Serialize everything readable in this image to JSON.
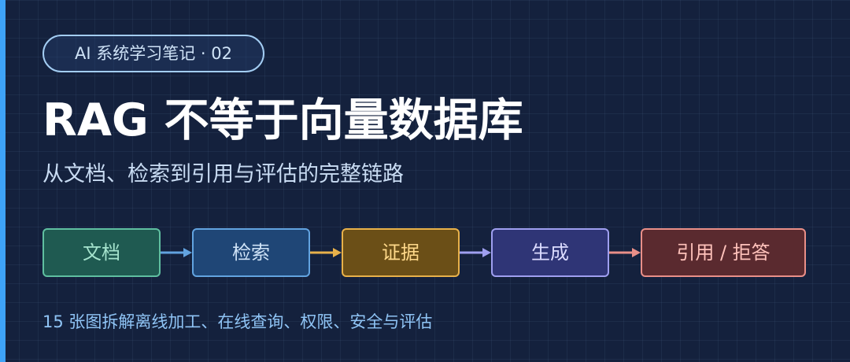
{
  "header": {
    "tag": "AI 系统学习笔记 · 02",
    "title": "RAG 不等于向量数据库",
    "subtitle": "从文档、检索到引用与评估的完整链路"
  },
  "flow": {
    "nodes": [
      {
        "label": "文档",
        "color": "#5fbfa0"
      },
      {
        "label": "检索",
        "color": "#62a3e0"
      },
      {
        "label": "证据",
        "color": "#e8b14a"
      },
      {
        "label": "生成",
        "color": "#9f9ff0"
      },
      {
        "label": "引用 / 拒答",
        "color": "#e98f88"
      }
    ],
    "edges": [
      {
        "from": "文档",
        "to": "检索",
        "color": "#62a3e0"
      },
      {
        "from": "检索",
        "to": "证据",
        "color": "#e8b14a"
      },
      {
        "from": "证据",
        "to": "生成",
        "color": "#9f9ff0"
      },
      {
        "from": "生成",
        "to": "引用 / 拒答",
        "color": "#e98f88"
      }
    ]
  },
  "footer": {
    "text": "15 张图拆解离线加工、在线查询、权限、安全与评估"
  },
  "colors": {
    "background": "#14213d",
    "accent": "#3ea3f7"
  }
}
